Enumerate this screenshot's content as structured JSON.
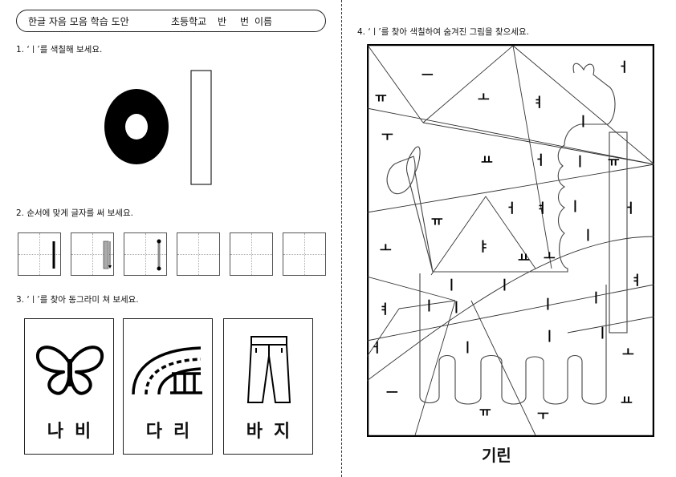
{
  "header": {
    "title": "한글 자음 모음 학습 도안",
    "school": "초등학교",
    "class_label": "반",
    "number_label": "번",
    "name_label": "이름"
  },
  "section1": {
    "instruction": "1. ‘ㅣ’를 색칠해 보세요.",
    "syllable": "이"
  },
  "section2": {
    "instruction": "2. 순서에 맞게 글자를 써 보세요.",
    "cells": 6
  },
  "section3": {
    "instruction": "3. ‘ㅣ’를 찾아 동그라미 쳐 보세요.",
    "cards": [
      {
        "word": "나비",
        "icon": "butterfly-icon"
      },
      {
        "word": "다리",
        "icon": "bridge-icon"
      },
      {
        "word": "바지",
        "icon": "pants-icon"
      }
    ]
  },
  "section4": {
    "instruction": "4. ‘ㅣ’를 찾아 색칠하여 숨겨진 그림을 찾으세요.",
    "answer": "기린",
    "vowel_marks": [
      "ㅡ",
      "ㅓ",
      "ㅠ",
      "ㅗ",
      "ㅕ",
      "ㅣ",
      "ㅜ",
      "ㅛ",
      "ㅑ",
      "ㅏ"
    ]
  }
}
